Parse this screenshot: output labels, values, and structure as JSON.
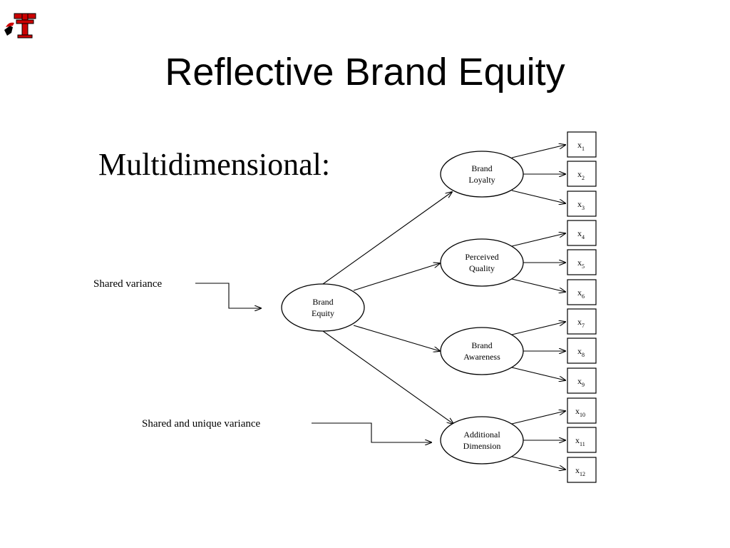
{
  "slide": {
    "title": "Reflective Brand Equity",
    "subtitle": "Multidimensional:",
    "logo": {
      "icon": "double-t-logo",
      "colors": {
        "primary": "#cc0000",
        "secondary": "#000000"
      }
    }
  },
  "diagram": {
    "central": {
      "line1": "Brand",
      "line2": "Equity"
    },
    "factors": [
      {
        "line1": "Brand",
        "line2": "Loyalty",
        "items": [
          {
            "base": "x",
            "sub": "1"
          },
          {
            "base": "x",
            "sub": "2"
          },
          {
            "base": "x",
            "sub": "3"
          }
        ]
      },
      {
        "line1": "Perceived",
        "line2": "Quality",
        "items": [
          {
            "base": "x",
            "sub": "4"
          },
          {
            "base": "x",
            "sub": "5"
          },
          {
            "base": "x",
            "sub": "6"
          }
        ]
      },
      {
        "line1": "Brand",
        "line2": "Awareness",
        "items": [
          {
            "base": "x",
            "sub": "7"
          },
          {
            "base": "x",
            "sub": "8"
          },
          {
            "base": "x",
            "sub": "9"
          }
        ]
      },
      {
        "line1": "Additional",
        "line2": "Dimension",
        "items": [
          {
            "base": "x",
            "sub": "10"
          },
          {
            "base": "x",
            "sub": "11"
          },
          {
            "base": "x",
            "sub": "12"
          }
        ]
      }
    ],
    "annotations": {
      "shared": "Shared variance",
      "shared_unique": "Shared and unique variance"
    }
  }
}
